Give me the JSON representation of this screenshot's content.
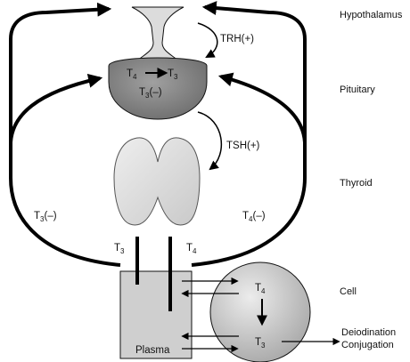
{
  "levels": {
    "hypothalamus": "Hypothalamus",
    "pituitary": "Pituitary",
    "thyroid": "Thyroid",
    "cell": "Cell"
  },
  "hormones": {
    "trh": "TRH(+)",
    "tsh": "TSH(+)"
  },
  "pituitary_conversion": {
    "from": "T",
    "from_sub": "4",
    "to": "T",
    "to_sub": "3"
  },
  "pituitary_feedback": {
    "base": "T",
    "sub": "3",
    "sign": "(–)"
  },
  "left_loop": {
    "base": "T",
    "sub": "3",
    "sign": "(–)"
  },
  "right_loop": {
    "base": "T",
    "sub": "4",
    "sign": "(–)"
  },
  "plasma_t3": {
    "base": "T",
    "sub": "3"
  },
  "plasma_t4": {
    "base": "T",
    "sub": "4"
  },
  "cell_t4": {
    "base": "T",
    "sub": "4"
  },
  "cell_t3": {
    "base": "T",
    "sub": "3"
  },
  "plasma": "Plasma",
  "outputs": [
    "Deiodination",
    "Conjugation"
  ],
  "colors": {
    "pituitary_fill": "#8a8a8a",
    "thyroid_fill": "#dcdcdc",
    "plasma_fill": "#cfcfcf",
    "cell_fill": "#c8c8c8",
    "line": "#000000"
  }
}
